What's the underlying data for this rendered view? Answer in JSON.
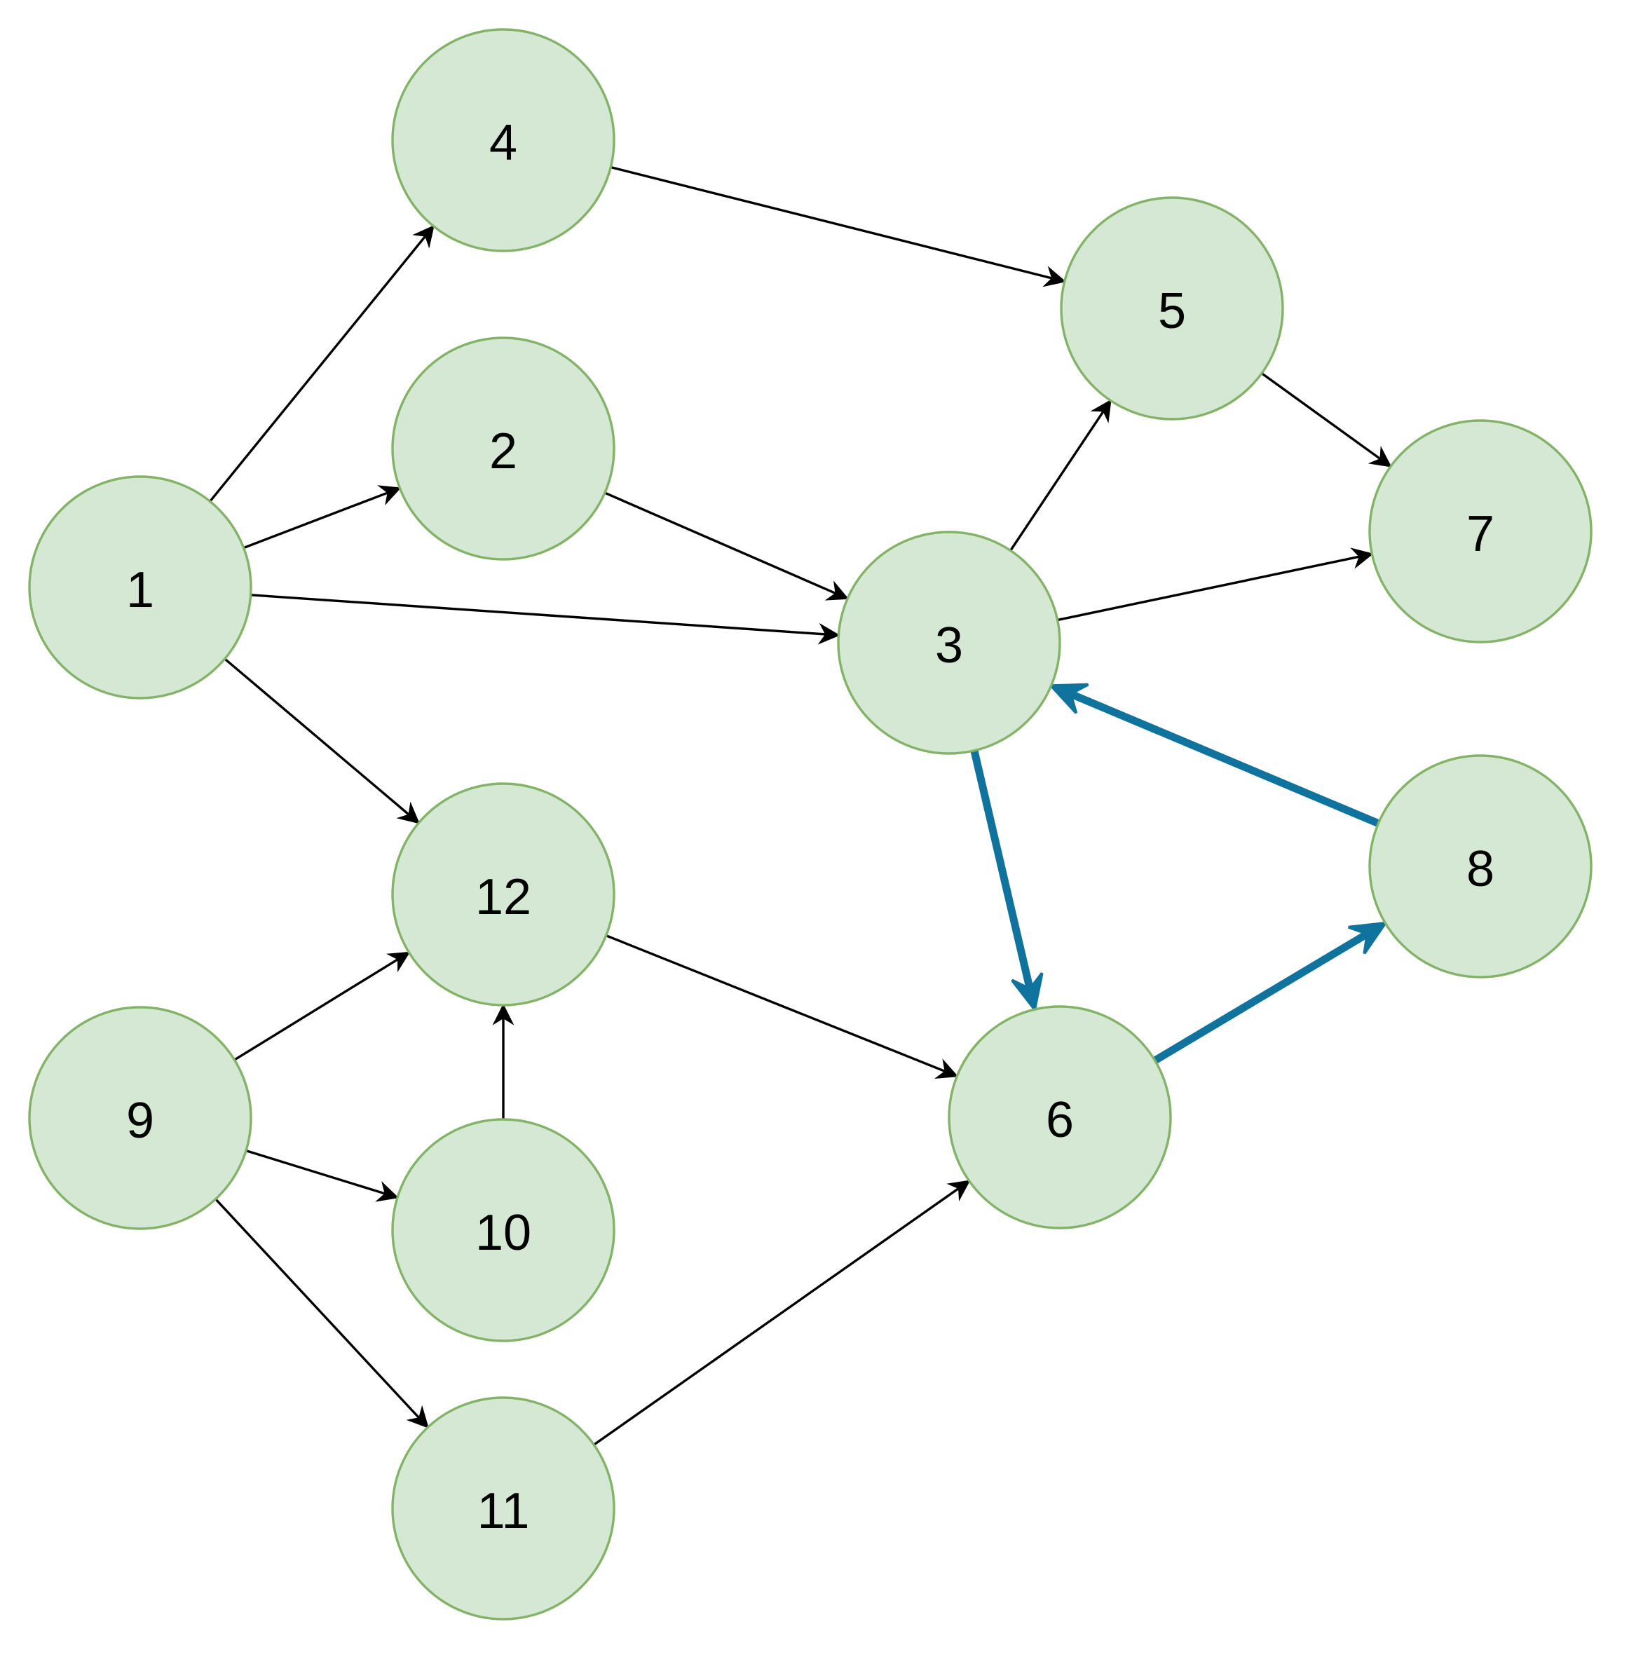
{
  "nodes": [
    {
      "id": "1",
      "label": "1"
    },
    {
      "id": "2",
      "label": "2"
    },
    {
      "id": "3",
      "label": "3"
    },
    {
      "id": "4",
      "label": "4"
    },
    {
      "id": "5",
      "label": "5"
    },
    {
      "id": "6",
      "label": "6"
    },
    {
      "id": "7",
      "label": "7"
    },
    {
      "id": "8",
      "label": "8"
    },
    {
      "id": "9",
      "label": "9"
    },
    {
      "id": "10",
      "label": "10"
    },
    {
      "id": "11",
      "label": "11"
    },
    {
      "id": "12",
      "label": "12"
    }
  ],
  "edges": [
    {
      "from": "1",
      "to": "4",
      "highlight": false
    },
    {
      "from": "1",
      "to": "2",
      "highlight": false
    },
    {
      "from": "1",
      "to": "3",
      "highlight": false
    },
    {
      "from": "1",
      "to": "12",
      "highlight": false
    },
    {
      "from": "4",
      "to": "5",
      "highlight": false
    },
    {
      "from": "2",
      "to": "3",
      "highlight": false
    },
    {
      "from": "3",
      "to": "5",
      "highlight": false
    },
    {
      "from": "3",
      "to": "7",
      "highlight": false
    },
    {
      "from": "5",
      "to": "7",
      "highlight": false
    },
    {
      "from": "9",
      "to": "12",
      "highlight": false
    },
    {
      "from": "9",
      "to": "10",
      "highlight": false
    },
    {
      "from": "9",
      "to": "11",
      "highlight": false
    },
    {
      "from": "10",
      "to": "12",
      "highlight": false
    },
    {
      "from": "12",
      "to": "6",
      "highlight": false
    },
    {
      "from": "11",
      "to": "6",
      "highlight": false
    },
    {
      "from": "3",
      "to": "6",
      "highlight": true
    },
    {
      "from": "6",
      "to": "8",
      "highlight": true
    },
    {
      "from": "8",
      "to": "3",
      "highlight": true
    }
  ],
  "colors": {
    "node_fill": "#d5e8d4",
    "node_stroke": "#82b366",
    "edge": "#000000",
    "highlight_edge": "#10739e"
  }
}
